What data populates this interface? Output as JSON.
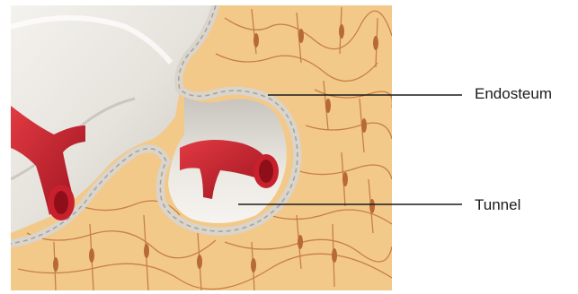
{
  "illustration": {
    "subject": "bone tissue cross-section with blood vessels",
    "colors": {
      "bone_matrix": "#f3c98a",
      "osteocyte": "#c2773f",
      "endosteum": "#d9d4cc",
      "vessel": "#c8202c",
      "tunnel_surface": "#ece9e3"
    }
  },
  "labels": {
    "endosteum": "Endosteum",
    "tunnel": "Tunnel"
  }
}
